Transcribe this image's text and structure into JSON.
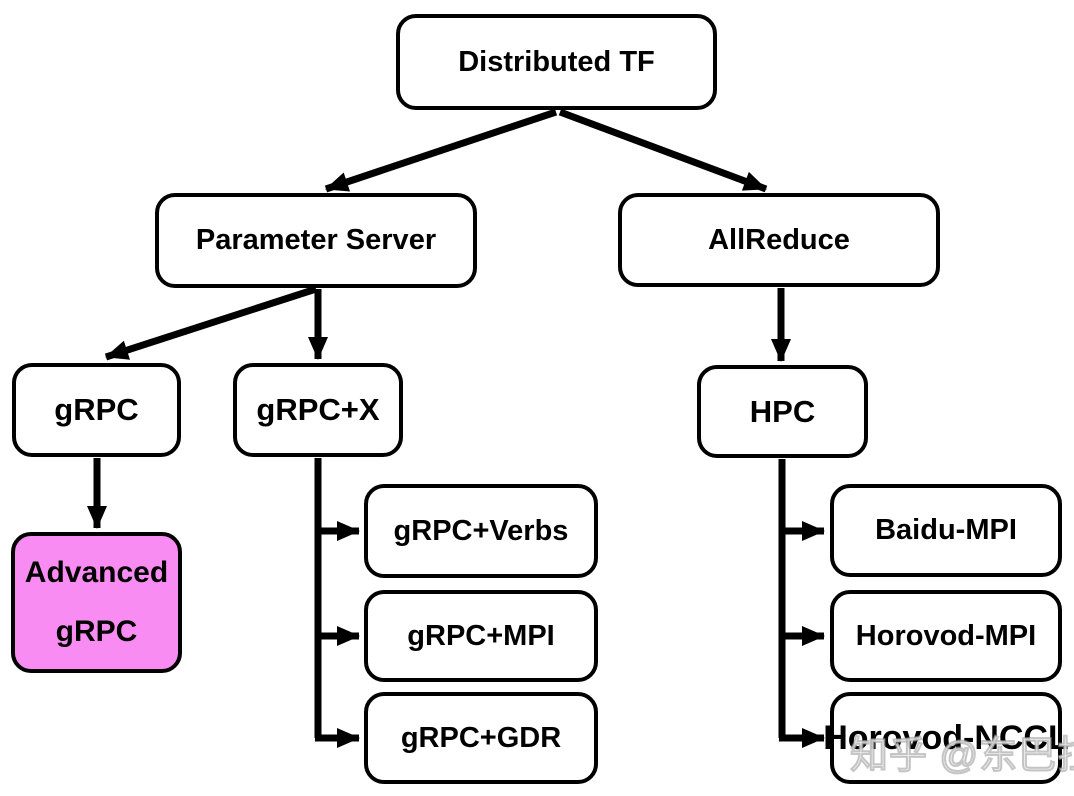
{
  "nodes": [
    {
      "id": "distributed-tf",
      "label": "Distributed TF",
      "highlighted": false
    },
    {
      "id": "parameter-server",
      "label": "Parameter Server",
      "highlighted": false
    },
    {
      "id": "allreduce",
      "label": "AllReduce",
      "highlighted": false
    },
    {
      "id": "grpc",
      "label": "gRPC",
      "highlighted": false
    },
    {
      "id": "grpc-x",
      "label": "gRPC+X",
      "highlighted": false
    },
    {
      "id": "hpc",
      "label": "HPC",
      "highlighted": false
    },
    {
      "id": "advanced-grpc",
      "label": "Advanced gRPC",
      "highlighted": true
    },
    {
      "id": "grpc-verbs",
      "label": "gRPC+Verbs",
      "highlighted": false
    },
    {
      "id": "grpc-mpi",
      "label": "gRPC+MPI",
      "highlighted": false
    },
    {
      "id": "grpc-gdr",
      "label": "gRPC+GDR",
      "highlighted": false
    },
    {
      "id": "baidu-mpi",
      "label": "Baidu-MPI",
      "highlighted": false
    },
    {
      "id": "horovod-mpi",
      "label": "Horovod-MPI",
      "highlighted": false
    },
    {
      "id": "horovod-nccl",
      "label": "Horovod-NCCL",
      "highlighted": false
    }
  ],
  "edges": [
    {
      "from": "Distributed TF",
      "to": "Parameter Server"
    },
    {
      "from": "Distributed TF",
      "to": "AllReduce"
    },
    {
      "from": "Parameter Server",
      "to": "gRPC"
    },
    {
      "from": "Parameter Server",
      "to": "gRPC+X"
    },
    {
      "from": "AllReduce",
      "to": "HPC"
    },
    {
      "from": "gRPC",
      "to": "Advanced gRPC"
    },
    {
      "from": "gRPC+X",
      "to": "gRPC+Verbs"
    },
    {
      "from": "gRPC+X",
      "to": "gRPC+MPI"
    },
    {
      "from": "gRPC+X",
      "to": "gRPC+GDR"
    },
    {
      "from": "HPC",
      "to": "Baidu-MPI"
    },
    {
      "from": "HPC",
      "to": "Horovod-MPI"
    },
    {
      "from": "HPC",
      "to": "Horovod-NCCL"
    }
  ],
  "watermark": {
    "text": "知乎 @东巴拉"
  },
  "colors": {
    "background": "#FFFFFF",
    "node_fill": "#FFFFFF",
    "node_border": "#000000",
    "highlight_fill": "#F98CF2",
    "text": "#000000",
    "watermark": "#C9C9C9"
  }
}
